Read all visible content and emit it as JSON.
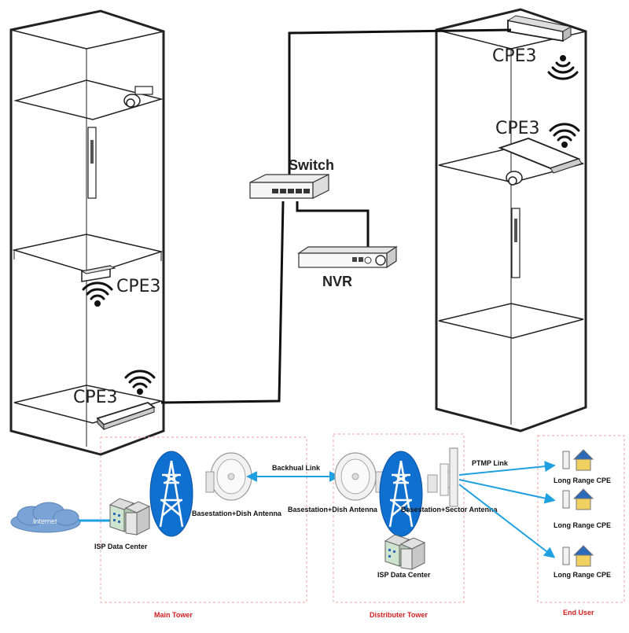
{
  "labels": {
    "cpe3": "CPE3",
    "switch": "Switch",
    "nvr": "NVR"
  },
  "network": {
    "internet": "Internet",
    "isp_data_center": "ISP Data Center",
    "backhaul_link": "Backhual Link",
    "ptmp_link": "PTMP Link",
    "basestation_dish": "Basestation+Dish Antenna",
    "basestation_sector": "Basestation+Sector Antenna",
    "long_range_cpe": "Long Range CPE",
    "main_tower": "Main Tower",
    "distributer_tower": "Distributer Tower",
    "end_user": "End User"
  },
  "colors": {
    "link_blue": "#1fa0e0",
    "tower_blue": "#1070d0",
    "caption_red": "#d02020",
    "cloud": "#7aa3d6",
    "dashed_box": "#f0a0a0"
  }
}
